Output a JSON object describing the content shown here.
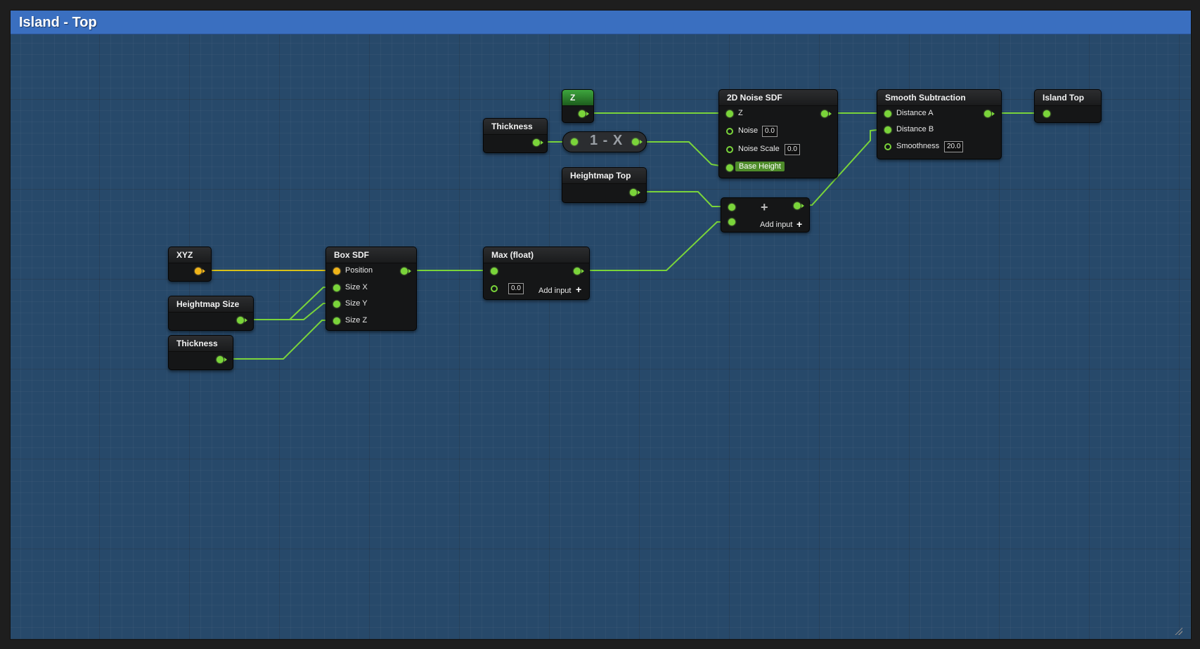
{
  "comment": {
    "title": "Island - Top"
  },
  "colors": {
    "wire_float": "#7ad43a",
    "wire_vector": "#d8c018",
    "comment_header": "#3a6fc0",
    "canvas": "#27496a"
  },
  "nodes": {
    "z": {
      "title": "Z"
    },
    "thickness_top": {
      "title": "Thickness"
    },
    "one_minus_x": {
      "label": "1 - X"
    },
    "heightmap_top": {
      "title": "Heightmap Top"
    },
    "noise_2d": {
      "title": "2D Noise SDF",
      "pins": {
        "z": "Z",
        "noise": "Noise",
        "noise_scale": "Noise Scale",
        "base_height": "Base Height"
      },
      "values": {
        "noise": "0.0",
        "noise_scale": "0.0"
      }
    },
    "smooth_subtraction": {
      "title": "Smooth Subtraction",
      "pins": {
        "distance_a": "Distance A",
        "distance_b": "Distance B",
        "smoothness": "Smoothness"
      },
      "values": {
        "smoothness": "20.0"
      }
    },
    "island_top": {
      "title": "Island Top"
    },
    "add": {
      "add_input_label": "Add input"
    },
    "xyz": {
      "title": "XYZ"
    },
    "heightmap_size": {
      "title": "Heightmap Size"
    },
    "thickness_bottom": {
      "title": "Thickness"
    },
    "box_sdf": {
      "title": "Box SDF",
      "pins": {
        "position": "Position",
        "size_x": "Size X",
        "size_y": "Size Y",
        "size_z": "Size Z"
      }
    },
    "max_float": {
      "title": "Max (float)",
      "value": "0.0",
      "add_input_label": "Add input"
    }
  }
}
